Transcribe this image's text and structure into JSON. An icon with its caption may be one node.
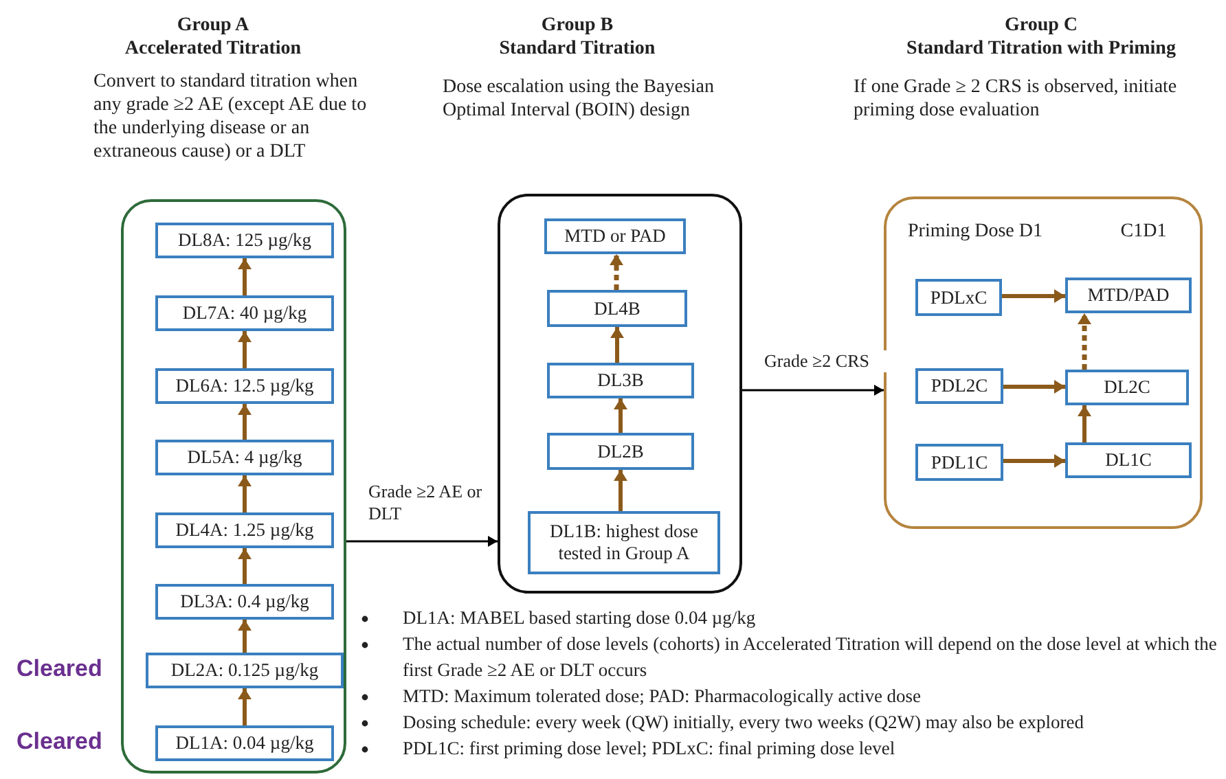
{
  "diagram": {
    "nodes": [
      {
        "text": [],
        "shape": "box"
      },
      {
        "text": [
          "DL8A: 125 µg/kg"
        ],
        "in": 0
      },
      {
        "text": [
          "DL7A: 40 µg/kg"
        ],
        "in": 0
      },
      {
        "text": [
          "DL6A: 12.5 µg/kg"
        ],
        "in": 0
      },
      {
        "text": [
          "DL5A: 4 µg/kg"
        ],
        "in": 0
      },
      {
        "text": [
          "DL4A: 1.25 µg/kg"
        ],
        "in": 0
      },
      {
        "text": [
          "DL3A: 0.4 µg/kg"
        ],
        "in": 0
      },
      {
        "text": [
          "DL2A: 0.125 µg/kg"
        ],
        "in": 0,
        "beside": [
          "Cleared"
        ]
      },
      {
        "text": [
          "DL1A: 0.04 µg/kg"
        ],
        "in": 0,
        "beside": [
          "Cleared"
        ]
      },
      {
        "text": [],
        "shape": "box"
      },
      {
        "text": [
          "MTD or PAD"
        ],
        "in": 9
      },
      {
        "text": [
          "DL4B"
        ],
        "in": 9
      },
      {
        "text": [
          "DL3B"
        ],
        "in": 9
      },
      {
        "text": [
          "DL2B"
        ],
        "in": 9
      },
      {
        "text": [
          "DL1B: highest dose tested in Group A"
        ],
        "in": 9
      },
      {
        "text": [
          "Priming Dose D1",
          "C1D1"
        ]
      },
      {
        "text": [
          "PDLxC"
        ],
        "in": 15
      },
      {
        "text": [
          "MTD/PAD"
        ],
        "in": 15
      },
      {
        "text": [
          "PDL2C"
        ],
        "in": 15
      },
      {
        "text": [
          "DL2C"
        ],
        "in": 15
      },
      {
        "text": [
          "PDL1C"
        ],
        "in": 15
      },
      {
        "text": [
          "DL1C"
        ],
        "in": 15
      }
    ],
    "edges": [
      {
        "from": 8,
        "to": 7,
        "arrow": "to"
      },
      {
        "from": 7,
        "to": 6,
        "arrow": "to"
      },
      {
        "from": 6,
        "to": 5,
        "arrow": "to"
      },
      {
        "from": 5,
        "to": 4,
        "arrow": "to"
      },
      {
        "from": 4,
        "to": 3,
        "arrow": "to"
      },
      {
        "from": 3,
        "to": 2,
        "arrow": "to"
      },
      {
        "from": 2,
        "to": 1,
        "arrow": "to"
      },
      {
        "from": 14,
        "to": 13,
        "arrow": "to"
      },
      {
        "from": 13,
        "to": 12,
        "arrow": "to"
      },
      {
        "from": 12,
        "to": 11,
        "arrow": "to"
      },
      {
        "from": 11,
        "to": 10,
        "arrow": "to",
        "style": "dashed"
      },
      {
        "from": 16,
        "to": 17,
        "arrow": "to"
      },
      {
        "from": 18,
        "to": 19,
        "arrow": "to"
      },
      {
        "from": 20,
        "to": 21,
        "arrow": "to"
      },
      {
        "from": 21,
        "to": 19,
        "arrow": "to"
      },
      {
        "from": 19,
        "to": 17,
        "arrow": "to",
        "style": "dashed"
      },
      {
        "from": 0,
        "to": 9,
        "arrow": "to",
        "label": "Grade ≥2 AE or DLT",
        "color": "#000000"
      },
      {
        "from": 9,
        "to": 15,
        "arrow": "to",
        "label": "Grade ≥2 CRS",
        "color": "#000000"
      }
    ],
    "labels": [
      "Group A",
      "Accelerated Titration",
      "Group B",
      "Standard Titration",
      "Group C",
      "Standard Titration with Priming",
      "Convert to standard titration when any grade ≥2 AE (except AE due to the underlying disease or an extraneous cause) or a DLT",
      "Dose escalation using the Bayesian Optimal Interval (BOIN) design",
      "If one Grade ≥ 2 CRS is observed, initiate priming dose evaluation",
      "DL1A: MABEL based starting dose 0.04 µg/kg",
      "The actual number of dose levels (cohorts) in Accelerated Titration will depend on the dose level at which the first Grade ≥2 AE or DLT occurs",
      "MTD: Maximum tolerated dose; PAD: Pharmacologically active dose",
      "Dosing schedule: every week (QW) initially, every two weeks (Q2W) may also be explored",
      "PDL1C: first priming dose level; PDLxC: final priming dose level"
    ]
  }
}
